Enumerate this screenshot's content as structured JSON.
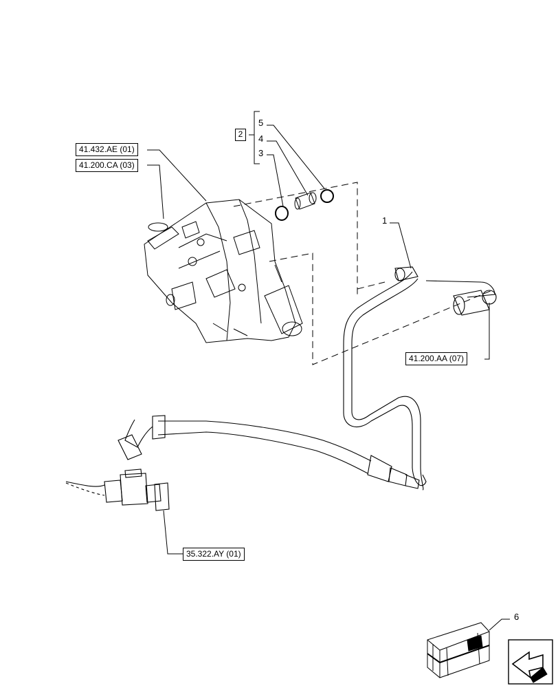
{
  "references": {
    "ref_top1": "41.432.AE (01)",
    "ref_top2": "41.200.CA (03)",
    "ref_right": "41.200.AA (07)",
    "ref_bottom": "35.322.AY (01)"
  },
  "callouts": {
    "c1": "1",
    "c3": "3",
    "c4": "4",
    "c5": "5",
    "c6": "6",
    "group": "2"
  },
  "icons": {
    "navigation": "next-page-arrow-icon",
    "kit": "crate-kit-icon"
  }
}
